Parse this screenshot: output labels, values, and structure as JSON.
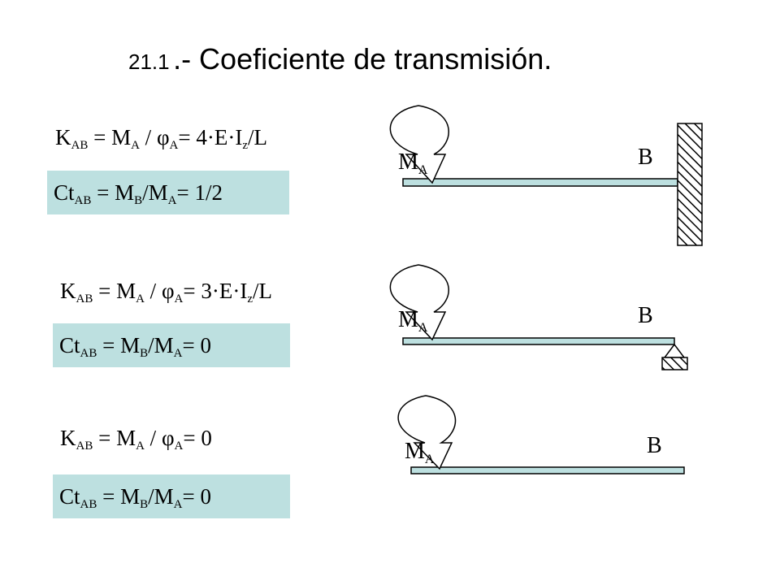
{
  "title": {
    "number": "21.1",
    "text": ".- Coeficiente de transmisión."
  },
  "cases": [
    {
      "k": {
        "K": "K",
        "K_sub": "AB",
        "eq1": " = M",
        "M_sub": "A",
        "slash": " / ",
        "phi": "φ",
        "phi_sub": "A",
        "rhs": "= 4·E·I",
        "I_sub": "z",
        "tail": "/L"
      },
      "ct": {
        "Ct": "Ct",
        "Ct_sub": "AB",
        "eq1": " = M",
        "MB_sub": "B",
        "mid": "/M",
        "MA_sub": "A",
        "rhs": "= 1/2"
      },
      "moment_label": "M",
      "moment_sub": "A",
      "end_label": "B",
      "support": "fixed"
    },
    {
      "k": {
        "K": "K",
        "K_sub": "AB",
        "eq1": " = M",
        "M_sub": "A",
        "slash": " / ",
        "phi": "φ",
        "phi_sub": "A",
        "rhs": "= 3·E·I",
        "I_sub": "z",
        "tail": "/L"
      },
      "ct": {
        "Ct": "Ct",
        "Ct_sub": "AB",
        "eq1": " = M",
        "MB_sub": "B",
        "mid": "/M",
        "MA_sub": "A",
        "rhs": "= 0"
      },
      "moment_label": "M",
      "moment_sub": "A",
      "end_label": "B",
      "support": "pinned"
    },
    {
      "k": {
        "K": "K",
        "K_sub": "AB",
        "eq1": " = M",
        "M_sub": "A",
        "slash": " / ",
        "phi": "φ",
        "phi_sub": "A",
        "rhs": "= 0",
        "I_sub": "",
        "tail": ""
      },
      "ct": {
        "Ct": "Ct",
        "Ct_sub": "AB",
        "eq1": " = M",
        "MB_sub": "B",
        "mid": "/M",
        "MA_sub": "A",
        "rhs": "= 0"
      },
      "moment_label": "M",
      "moment_sub": "A",
      "end_label": "B",
      "support": "free"
    }
  ],
  "colors": {
    "box_fill": "#bde0e0",
    "beam_fill": "#bde0e0",
    "stroke": "#000000"
  }
}
